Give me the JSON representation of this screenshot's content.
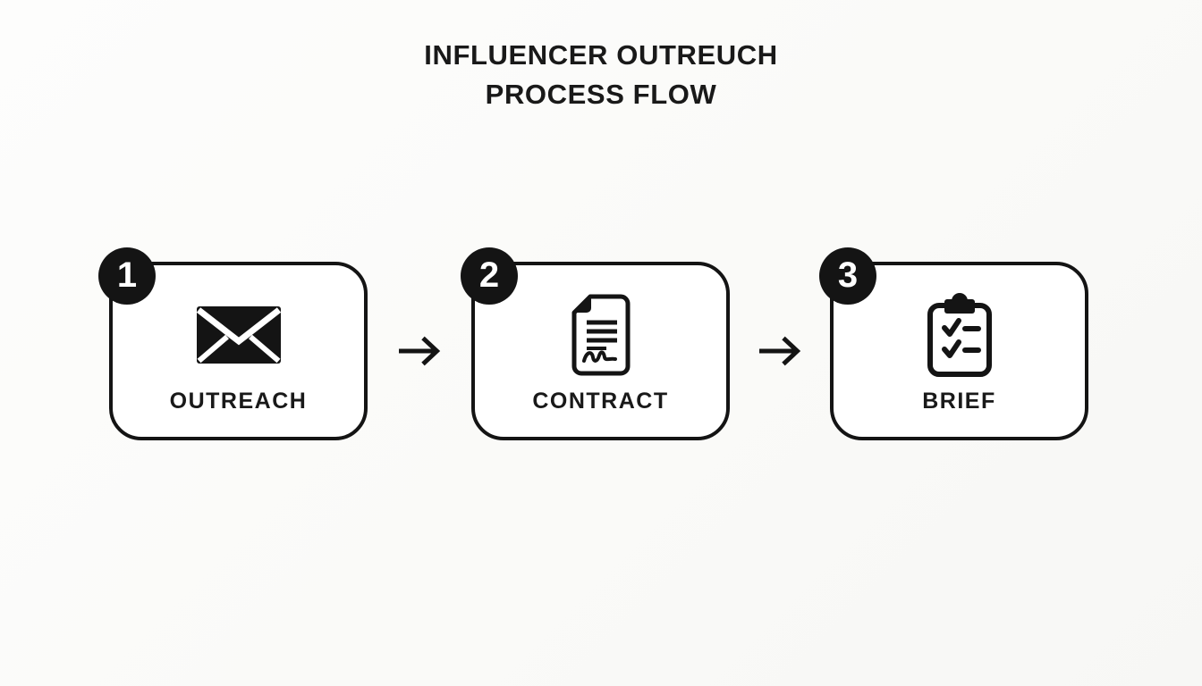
{
  "title": {
    "line1": "INFLUENCER OUTREUCH",
    "line2": "PROCESS FLOW"
  },
  "steps": [
    {
      "number": "1",
      "label": "OUTREACH",
      "icon": "envelope-icon"
    },
    {
      "number": "2",
      "label": "CONTRACT",
      "icon": "signed-document-icon"
    },
    {
      "number": "3",
      "label": "BRIEF",
      "icon": "clipboard-checklist-icon"
    }
  ],
  "connector": {
    "type": "right-arrow",
    "glyph": "→"
  },
  "colors": {
    "background": "#fafaf8",
    "card_fill": "#ffffff",
    "outline": "#141414",
    "badge_fill": "#141414",
    "badge_text": "#ffffff",
    "text": "#191919"
  }
}
